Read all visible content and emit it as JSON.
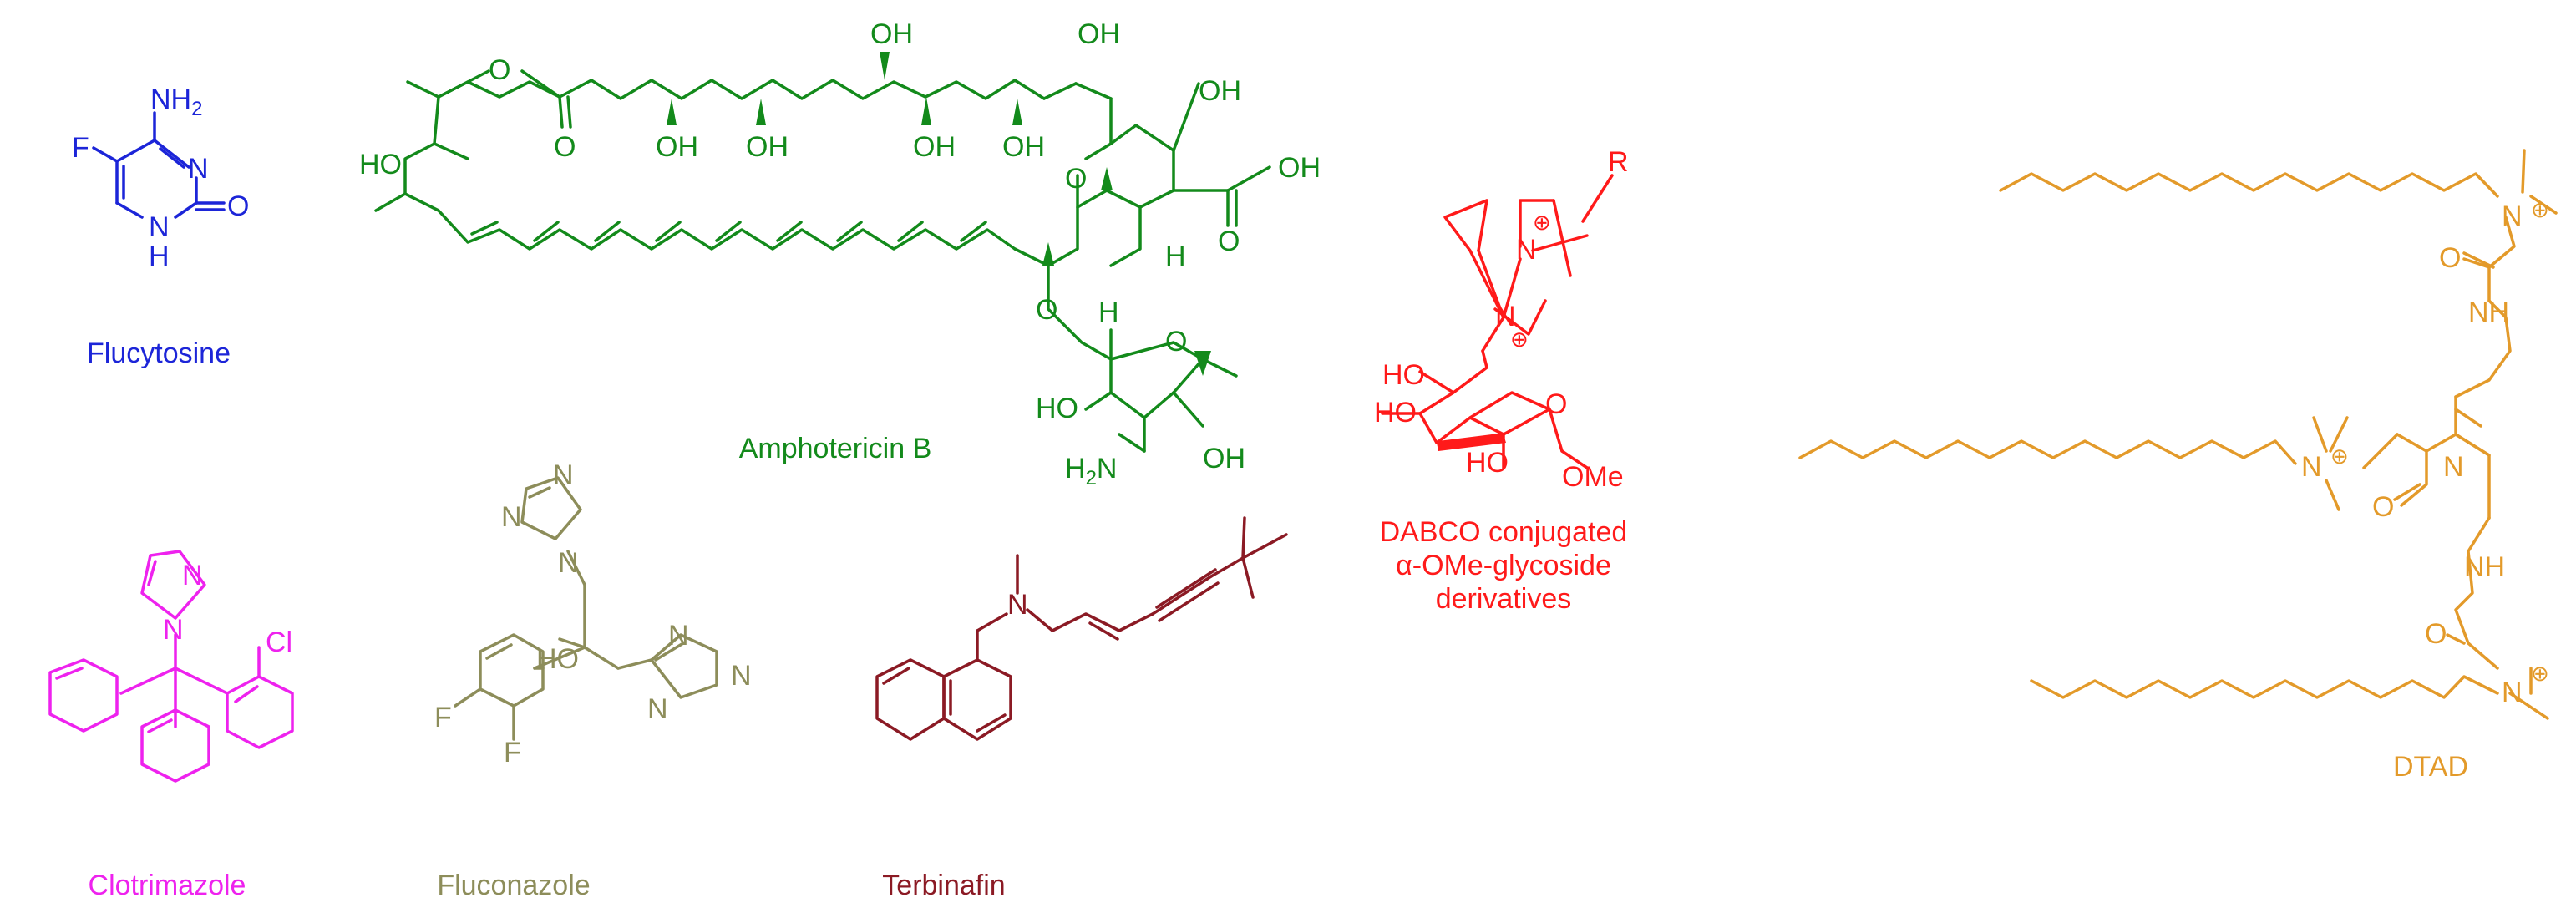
{
  "colors": {
    "flucytosine": "#1c25d8",
    "amphotericin": "#138a1b",
    "dabco": "#ff1a1a",
    "dtad": "#e39a2a",
    "clotrimazole": "#ee22ee",
    "fluconazole": "#8d8d5a",
    "terbinafin": "#8b1a24"
  },
  "molecules": {
    "flucytosine": {
      "name": "Flucytosine",
      "atoms": {
        "nh2": "NH",
        "nh2_sub": "2",
        "f": "F",
        "n3": "N",
        "o": "O",
        "n1": "N",
        "h1": "H"
      }
    },
    "amphotericin": {
      "name": "Amphotericin B",
      "atoms": {
        "oh": "OH",
        "ho": "HO",
        "o": "O",
        "h": "H",
        "h2n": "H",
        "h2n_sub": "2",
        "n": "N"
      }
    },
    "dabco": {
      "name_lines": [
        "DABCO conjugated",
        "α-OMe-glycoside",
        "derivatives"
      ],
      "atoms": {
        "n": "N",
        "r": "R",
        "plus": "⊕",
        "ho": "HO",
        "o": "O",
        "ome": "OMe"
      }
    },
    "dtad": {
      "name": "DTAD",
      "atoms": {
        "n": "N",
        "plus": "⊕",
        "o": "O",
        "nh": "NH"
      }
    },
    "clotrimazole": {
      "name": "Clotrimazole",
      "atoms": {
        "n": "N",
        "cl": "Cl"
      }
    },
    "fluconazole": {
      "name": "Fluconazole",
      "atoms": {
        "n": "N",
        "ho": "HO",
        "f": "F"
      }
    },
    "terbinafin": {
      "name": "Terbinafin",
      "atoms": {
        "n": "N"
      }
    }
  }
}
